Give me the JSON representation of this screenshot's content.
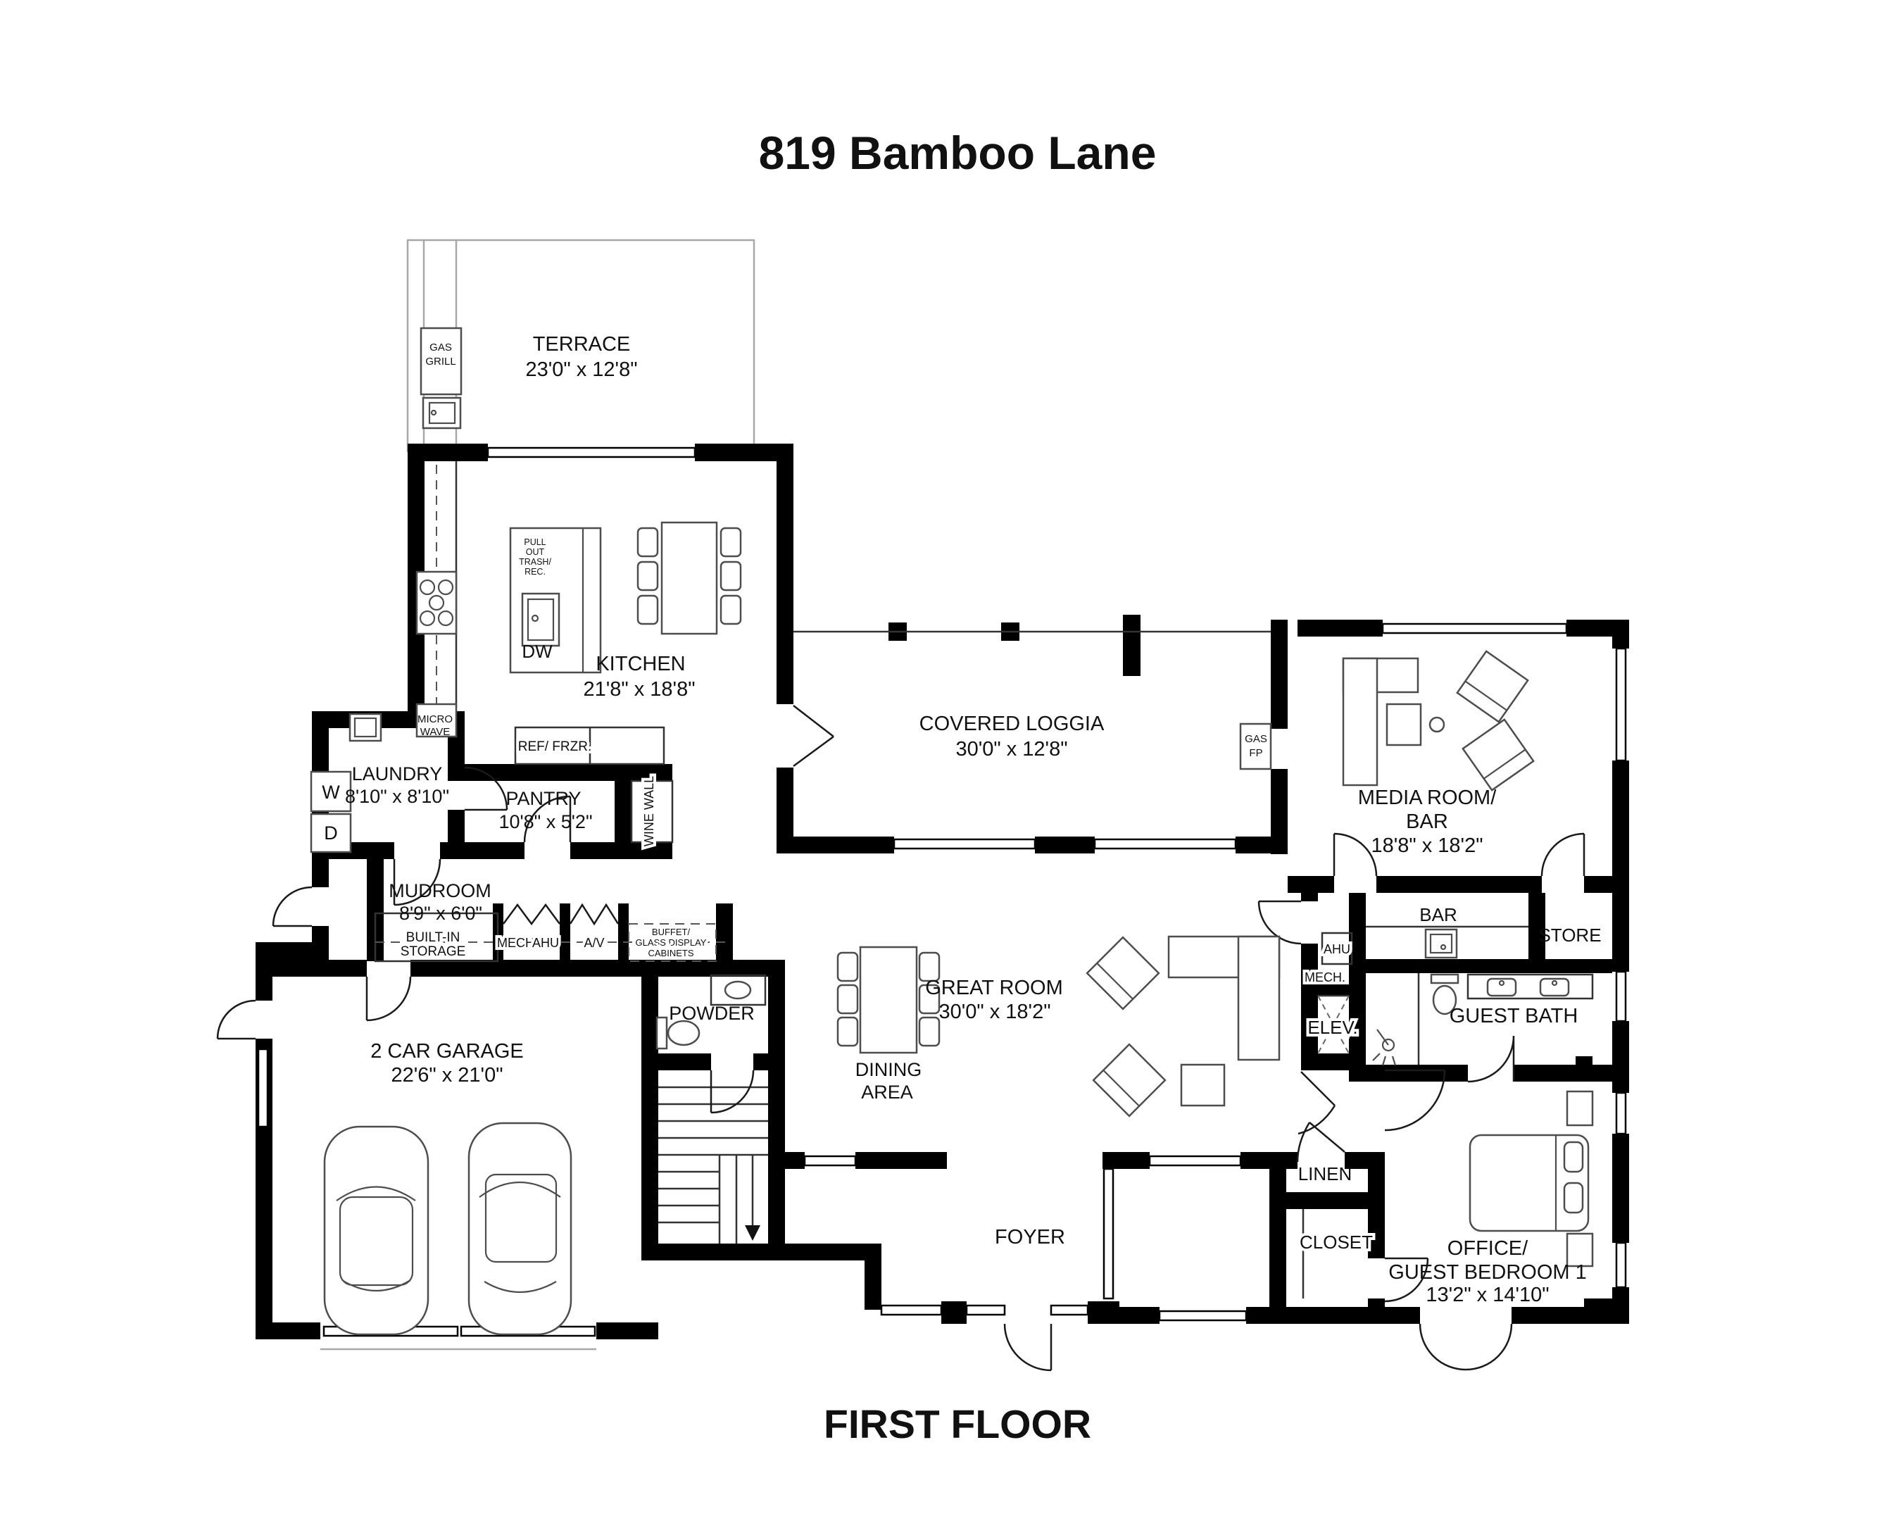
{
  "title": "819 Bamboo Lane",
  "floor_label": "FIRST FLOOR",
  "colors": {
    "wall": "#000000",
    "fixture_line": "#4d4d4d",
    "terrace_line": "#a8a8a8",
    "text": "#111111"
  },
  "rooms": {
    "terrace": {
      "name": "TERRACE",
      "dims": "23'0\" x 12'8\""
    },
    "kitchen": {
      "name": "KITCHEN",
      "dims": "21'8\" x 18'8\""
    },
    "laundry": {
      "name": "LAUNDRY",
      "dims": "8'10\" x 8'10\""
    },
    "pantry": {
      "name": "PANTRY",
      "dims": "10'8\" x 5'2\""
    },
    "mudroom": {
      "name": "MUDROOM",
      "dims": "8'9\" x 6'0\""
    },
    "covered_loggia": {
      "name": "COVERED LOGGIA",
      "dims": "30'0\" x 12'8\""
    },
    "media_room": {
      "name_line1": "MEDIA ROOM/",
      "name_line2": "BAR",
      "dims": "18'8\" x 18'2\""
    },
    "great_room": {
      "name": "GREAT ROOM",
      "dims": "30'0\" x 18'2\""
    },
    "dining_area": {
      "name_line1": "DINING",
      "name_line2": "AREA"
    },
    "garage": {
      "name": "2 CAR GARAGE",
      "dims": "22'6\" x 21'0\""
    },
    "powder": {
      "name": "POWDER"
    },
    "foyer": {
      "name": "FOYER"
    },
    "guest_bath": {
      "name": "GUEST BATH"
    },
    "office": {
      "name_line1": "OFFICE/",
      "name_line2": "GUEST BEDROOM 1",
      "dims": "13'2\" x 14'10\""
    },
    "linen": {
      "name": "LINEN"
    },
    "closet": {
      "name": "CLOSET"
    },
    "store": {
      "name": "STORE"
    },
    "bar": {
      "name": "BAR"
    },
    "elevator": {
      "name": "ELEV."
    }
  },
  "fixtures": {
    "gas_grill": [
      "GAS",
      "GRILL"
    ],
    "micro": [
      "MICRO",
      "WAVE"
    ],
    "pull_out": [
      "PULL",
      "OUT",
      "TRASH/",
      "REC."
    ],
    "dw": "DW",
    "ref_frzr": "REF/ FRZR.",
    "wine_wall": "WINE WALL",
    "washer": "W",
    "dryer": "D",
    "built_in": [
      "BUILT-IN",
      "STORAGE"
    ],
    "mech_left": "MECH.",
    "ahu_left": "AHU",
    "av": "A/V",
    "buffet": [
      "BUFFET/",
      "GLASS DISPLAY",
      "CABINETS"
    ],
    "gas_fp": [
      "GAS",
      "FP"
    ],
    "ahu_right": "AHU",
    "mech_right": "MECH.",
    "elev": "ELEV."
  }
}
